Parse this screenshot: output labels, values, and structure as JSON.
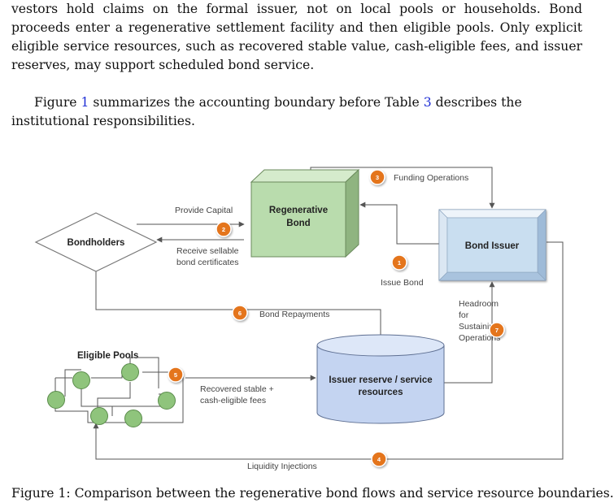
{
  "body_text": {
    "paragraph1_lines": [
      "vestors hold claims on the formal issuer, not on local pools or households.",
      "Bond proceeds enter a regenerative settlement facility and then eligible",
      "pools. Only explicit eligible service resources, such as recovered stable value,",
      "cash-eligible fees, and issuer reserves, may support scheduled bond service."
    ],
    "paragraph2": {
      "part1": "Figure ",
      "ref1": "1",
      "part2": " summarizes the accounting boundary before Table ",
      "ref2": "3",
      "part3": " describes the institutional responsibilities."
    }
  },
  "diagram": {
    "nodes": {
      "bondholders": "Bondholders",
      "regen_bond_line1": "Regenerative",
      "regen_bond_line2": "Bond",
      "bond_issuer": "Bond Issuer",
      "eligible_pools": "Eligible Pools",
      "reserve_line1": "Issuer reserve / service",
      "reserve_line2": "resources"
    },
    "flows": {
      "f1": {
        "num": "1",
        "label": "Issue Bond"
      },
      "f2": {
        "num": "2",
        "label": "Provide Capital"
      },
      "f2b": {
        "line1": "Receive sellable",
        "line2": "bond certificates"
      },
      "f3": {
        "num": "3",
        "label": "Funding Operations"
      },
      "f4": {
        "num": "4",
        "label": "Liquidity Injections"
      },
      "f5": {
        "num": "5",
        "line1": "Recovered stable +",
        "line2": "cash-eligible fees"
      },
      "f6": {
        "num": "6",
        "label": "Bond Repayments"
      },
      "f7": {
        "num": "7",
        "lines": [
          "Headroom",
          "for",
          "Sustaining",
          "Operations"
        ]
      }
    },
    "colors": {
      "bond_green": "#b9dcad",
      "issuer_blue": "#c9def0",
      "cylinder_blue": "#c4d4f1",
      "pool_green": "#8fc47c",
      "badge_orange": "#e4741f",
      "line": "#555555"
    }
  },
  "caption": "Figure 1: Comparison between the regenerative bond flows and service resource boundaries."
}
